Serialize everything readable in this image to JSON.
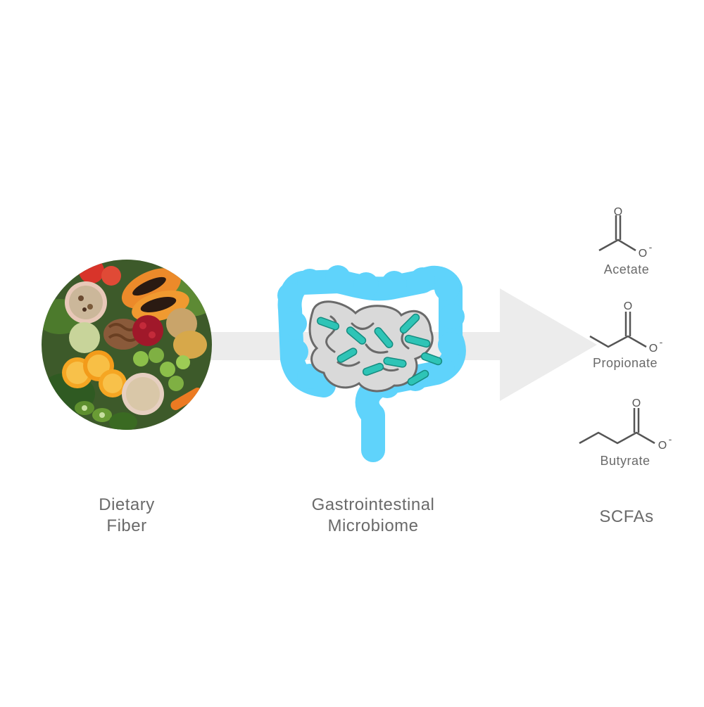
{
  "stages": {
    "fiber": {
      "label_line1": "Dietary",
      "label_line2": "Fiber"
    },
    "microbiome": {
      "label_line1": "Gastrointestinal",
      "label_line2": "Microbiome"
    },
    "scfa": {
      "label": "SCFAs"
    }
  },
  "molecules": [
    {
      "name": "Acetate"
    },
    {
      "name": "Propionate"
    },
    {
      "name": "Butyrate"
    }
  ],
  "atoms": {
    "oxygen": "O",
    "charge": "-"
  },
  "colors": {
    "arrow": "#ececec",
    "colon": "#5fd3fb",
    "intestine_fill": "#d9d9d9",
    "intestine_stroke": "#6a6a6a",
    "bacteria": "#2ec4b6",
    "bacteria_outline": "#168c80",
    "text": "#6a6a6a",
    "bond": "#555555"
  },
  "icons": [
    "food-photo-circle",
    "colon-icon",
    "bacteria-icon"
  ]
}
